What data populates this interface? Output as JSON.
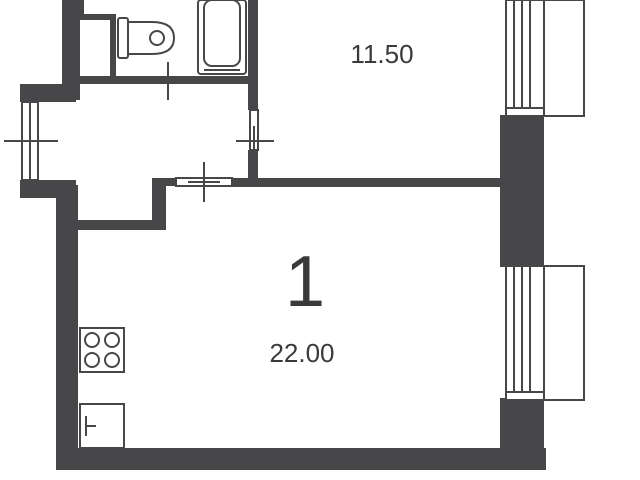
{
  "rooms": {
    "bedroom": {
      "area": "11.50"
    },
    "main": {
      "number": "1",
      "area": "22.00"
    }
  },
  "colors": {
    "wall": "#474749",
    "background": "#ffffff",
    "text": "#3a3a3c"
  },
  "icons": [
    "toilet-icon",
    "bathtub-icon",
    "stove-icon",
    "sink-icon",
    "window-icon",
    "door-icon"
  ]
}
